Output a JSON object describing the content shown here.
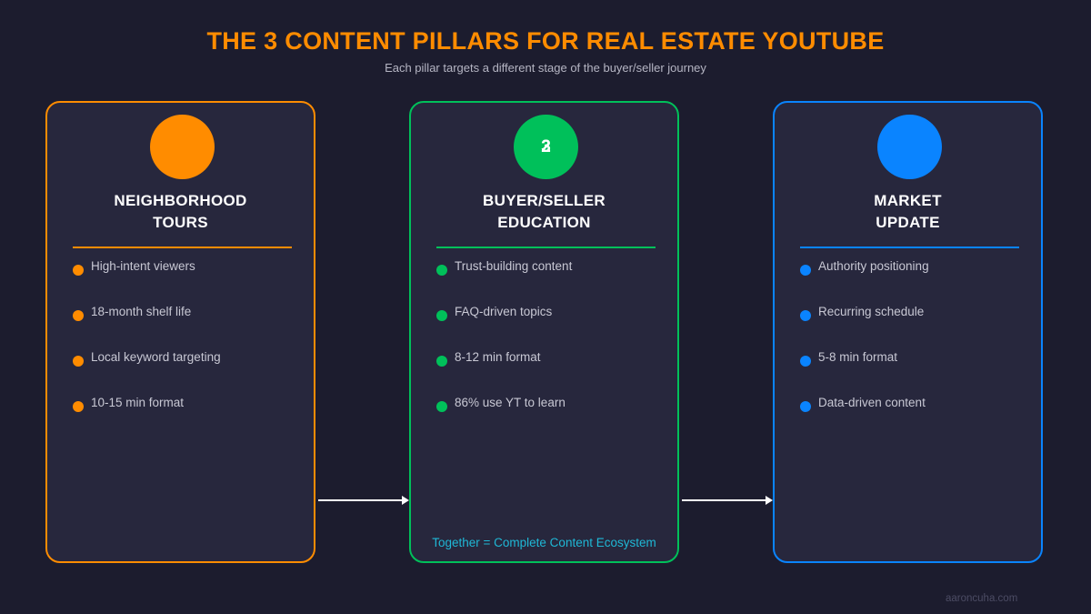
{
  "header": {
    "title": "THE 3 CONTENT PILLARS FOR REAL ESTATE YOUTUBE",
    "subtitle": "Each pillar targets a different stage of the buyer/seller journey"
  },
  "pillars": [
    {
      "title_lines": [
        "NEIGHBORHOOD",
        "TOURS"
      ],
      "color": "#ff8c00",
      "badge": "",
      "badge_overlay": "",
      "bullets": [
        "High-intent viewers",
        "18-month shelf life",
        "Local keyword targeting",
        "10-15 min format"
      ]
    },
    {
      "title_lines": [
        "BUYER/SELLER",
        "EDUCATION"
      ],
      "color": "#00c05a",
      "badge": "2",
      "badge_overlay": "3",
      "bullets": [
        "Trust-building content",
        "FAQ-driven topics",
        "8-12 min format",
        "86% use YT to learn"
      ]
    },
    {
      "title_lines": [
        "MARKET",
        "UPDATE"
      ],
      "color": "#0a84ff",
      "badge": "",
      "badge_overlay": "",
      "bullets": [
        "Authority positioning",
        "Recurring schedule",
        "5-8 min format",
        "Data-driven content"
      ]
    }
  ],
  "footer_note": "Together = Complete Content Ecosystem",
  "watermark": "aaroncuha.com",
  "colors": {
    "background": "#1c1c2e",
    "card_background": "#27273d",
    "title": "#ff8c00",
    "note": "#1fb8d6",
    "arrow": "#ffffff"
  }
}
